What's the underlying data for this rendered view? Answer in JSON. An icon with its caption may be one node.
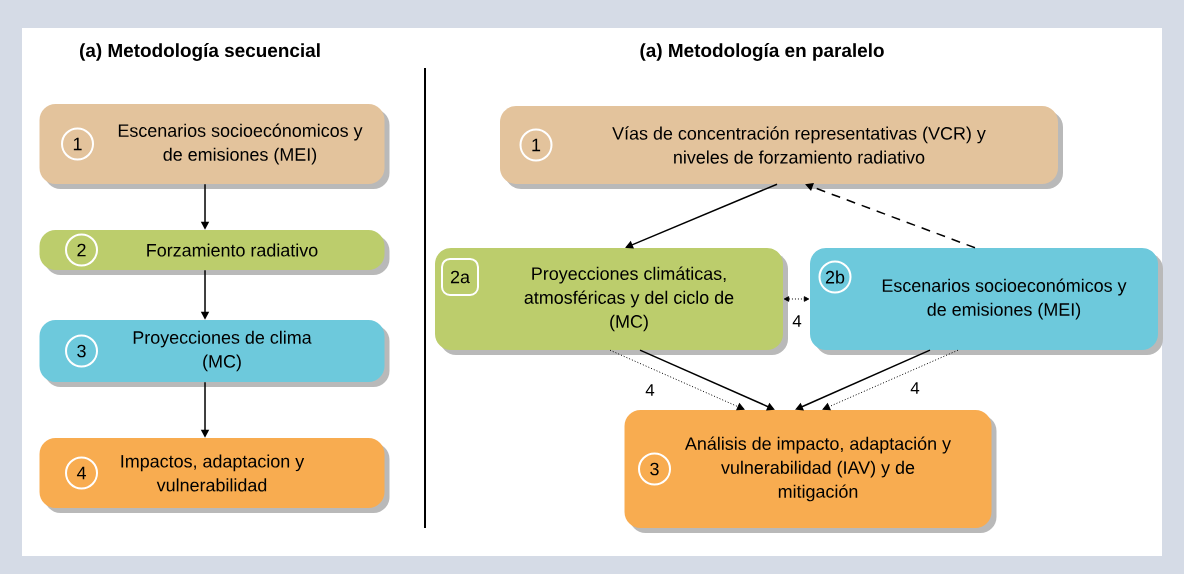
{
  "diagram": {
    "nodes": [
      {
        "text": [
          "1",
          "Escenarios socioecónomicos y de emisiones (MEI)"
        ]
      },
      {
        "text": [
          "2",
          "Forzamiento radiativo"
        ]
      },
      {
        "text": [
          "3",
          "Proyecciones de clima (MC)"
        ]
      },
      {
        "text": [
          "4",
          "Impactos, adaptacion y vulnerabilidad"
        ]
      },
      {
        "text": [
          "1",
          "Vías de concentración representativas (VCR) y niveles de forzamiento radiativo"
        ]
      },
      {
        "text": [
          "2a",
          "Proyecciones climáticas, atmosféricas y del ciclo de (MC)"
        ]
      },
      {
        "text": [
          "2b",
          "Escenarios socioeconómicos y de emisiones (MEI)"
        ]
      },
      {
        "text": [
          "3",
          "Análisis de impacto, adaptación y vulnerabilidad (IAV) y de mitigación"
        ]
      }
    ],
    "edges": [
      {
        "from": 0,
        "to": 1,
        "arrow": "to"
      },
      {
        "from": 1,
        "to": 2,
        "arrow": "to"
      },
      {
        "from": 2,
        "to": 3,
        "arrow": "to"
      },
      {
        "from": 4,
        "to": 5,
        "arrow": "to"
      },
      {
        "from": 6,
        "to": 4,
        "arrow": "to",
        "style": "dashed"
      },
      {
        "from": 5,
        "to": 6,
        "arrow": "both",
        "style": "dashed",
        "label": "4"
      },
      {
        "from": 5,
        "to": 7,
        "arrow": "to"
      },
      {
        "from": 5,
        "to": 7,
        "arrow": "to",
        "style": "dashed",
        "label": "4"
      },
      {
        "from": 6,
        "to": 7,
        "arrow": "to"
      },
      {
        "from": 6,
        "to": 7,
        "arrow": "to",
        "style": "dashed",
        "label": "4"
      }
    ],
    "labels": [
      "(a) Metodología secuencial",
      "(a) Metodología en paralelo"
    ]
  }
}
